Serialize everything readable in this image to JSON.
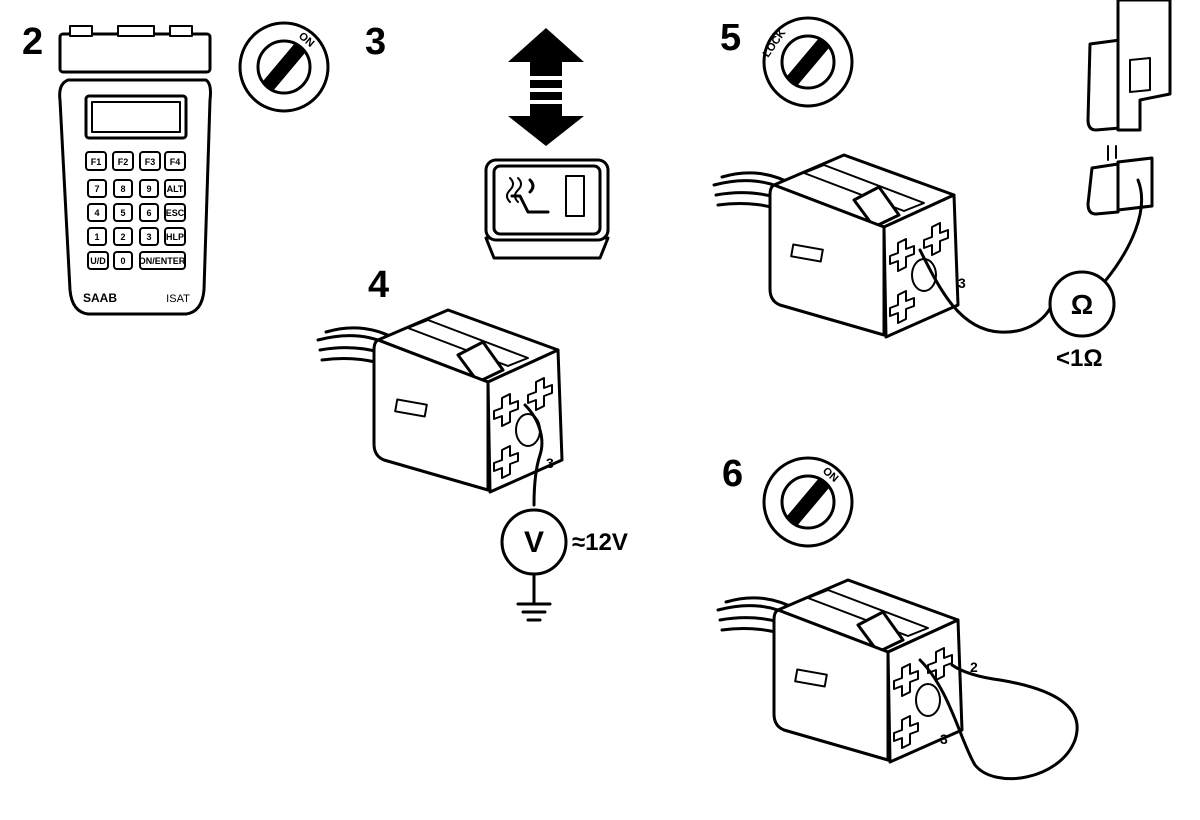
{
  "steps": {
    "s2": "2",
    "s3": "3",
    "s4": "4",
    "s5": "5",
    "s6": "6"
  },
  "tester": {
    "keys": {
      "f1": "F1",
      "f2": "F2",
      "f3": "F3",
      "f4": "F4",
      "k7": "7",
      "k8": "8",
      "k9": "9",
      "k_alt": "ALT",
      "k4": "4",
      "k5": "5",
      "k6": "6",
      "k_esc": "ESC",
      "k1": "1",
      "k2": "2",
      "k3": "3",
      "k_hlp": "HLP",
      "k_ud": "U/D",
      "k0": "0",
      "k_enter": "ON/ENTER"
    },
    "brand": "SAAB",
    "model": "ISAT"
  },
  "ignition": {
    "on_label_2": "ON",
    "lock_label_5": "LOCK",
    "on_label_6": "ON"
  },
  "connector_labels": {
    "pin_4": "3",
    "pin_5": "3",
    "pin_6a": "2",
    "pin_6b": "3"
  },
  "meters": {
    "voltmeter_symbol": "V",
    "voltage_reading": "≈12V",
    "ohmmeter_symbol": "Ω",
    "resistance_reading": "<1Ω"
  },
  "icons": [
    "diagnostic-tester-icon",
    "ignition-key-icon",
    "up-down-arrow-icon",
    "seat-heater-switch-icon",
    "relay-connector-icon",
    "voltmeter-icon",
    "ohmmeter-icon",
    "ground-symbol-icon"
  ]
}
